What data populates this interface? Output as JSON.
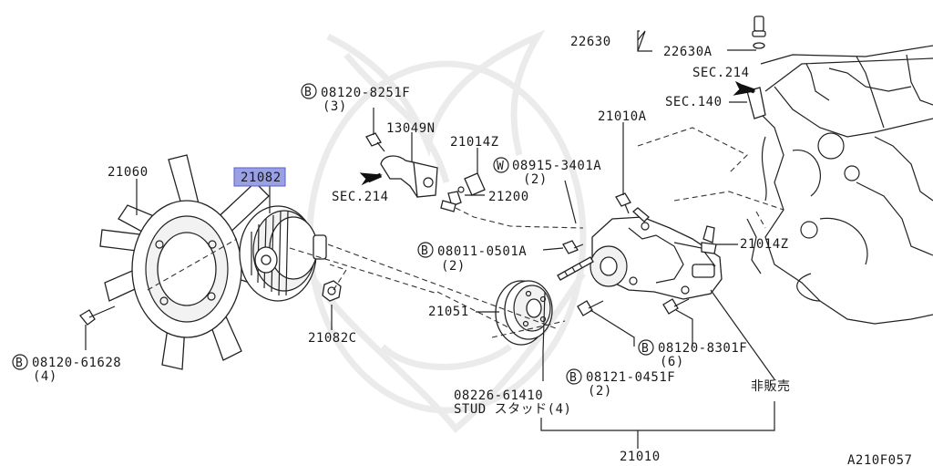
{
  "diagram": {
    "figure_code": "A210F057",
    "highlight_color": "#9aa0e6",
    "callouts": {
      "p22630": "22630",
      "p22630a": "22630A",
      "sec214_top": "SEC.214",
      "sec140": "SEC.140",
      "b8251f_code": "08120-8251F",
      "b8251f_qty": "(3)",
      "p13049n": "13049N",
      "p21010a": "21010A",
      "p21014z_top": "21014Z",
      "w3401a_code": "08915-3401A",
      "w3401a_qty": "(2)",
      "p21060": "21060",
      "p21082": "21082",
      "sec214_left": "SEC.214",
      "p21200": "21200",
      "b0501a_code": "08011-0501A",
      "b0501a_qty": "(2)",
      "p21014z_right": "21014Z",
      "p21051": "21051",
      "p21082c": "21082C",
      "b61628_code": "08120-61628",
      "b61628_qty": "(4)",
      "b8301f_code": "08120-8301F",
      "b8301f_qty": "(6)",
      "b0451f_code": "08121-0451F",
      "b0451f_qty": "(2)",
      "stud_code": "08226-61410",
      "stud_desc": "STUD スタッド(4)",
      "not_for_sale": "非販売",
      "p21010": "21010"
    },
    "bolt_marker": "B",
    "washer_marker": "W"
  }
}
